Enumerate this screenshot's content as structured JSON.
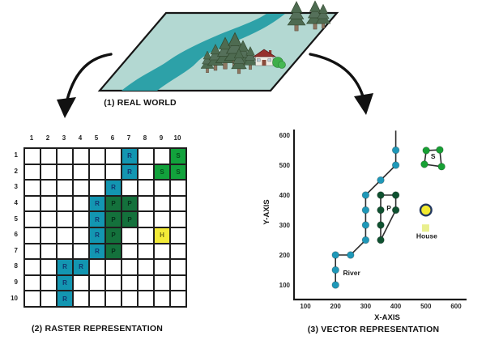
{
  "captions": {
    "real_world": "(1) REAL WORLD",
    "raster": "(2) RASTER REPRESENTATION",
    "vector": "(3) VECTOR REPRESENTATION"
  },
  "palette": {
    "ink": "#1a1a1a",
    "map-fill": "#b3d8d2",
    "map-river": "#2da1a8",
    "tree-green": "#4e6b51",
    "arrow": "#111111"
  },
  "chart_data": [
    {
      "type": "heatmap",
      "name": "raster-grid",
      "title": "(2) RASTER REPRESENTATION",
      "col_labels": [
        "1",
        "2",
        "3",
        "4",
        "5",
        "6",
        "7",
        "8",
        "9",
        "10"
      ],
      "row_labels": [
        "1",
        "2",
        "3",
        "4",
        "5",
        "6",
        "7",
        "8",
        "9",
        "10"
      ],
      "cells": [
        [
          "",
          "",
          "",
          "",
          "",
          "",
          "R",
          "",
          "",
          "S"
        ],
        [
          "",
          "",
          "",
          "",
          "",
          "",
          "R",
          "",
          "S",
          "S"
        ],
        [
          "",
          "",
          "",
          "",
          "",
          "R",
          "",
          "",
          "",
          ""
        ],
        [
          "",
          "",
          "",
          "",
          "R",
          "P",
          "P",
          "",
          "",
          ""
        ],
        [
          "",
          "",
          "",
          "",
          "R",
          "P",
          "P",
          "",
          "",
          ""
        ],
        [
          "",
          "",
          "",
          "",
          "R",
          "P",
          "",
          "",
          "H",
          ""
        ],
        [
          "",
          "",
          "",
          "",
          "R",
          "P",
          "",
          "",
          "",
          ""
        ],
        [
          "",
          "",
          "R",
          "R",
          "",
          "",
          "",
          "",
          "",
          ""
        ],
        [
          "",
          "",
          "R",
          "",
          "",
          "",
          "",
          "",
          "",
          ""
        ],
        [
          "",
          "",
          "R",
          "",
          "",
          "",
          "",
          "",
          "",
          ""
        ]
      ],
      "cell_fill": {
        "R": "#1396b1",
        "P": "#14713c",
        "S": "#12a23c",
        "H": "#f2ea38"
      },
      "cell_text": {
        "R": "#12356e",
        "P": "#05301a",
        "S": "#074d1c",
        "H": "#6f6b14"
      }
    },
    {
      "type": "scatter",
      "name": "vector-plot",
      "title": "(3) VECTOR REPRESENTATION",
      "xlabel": "X-AXIS",
      "ylabel": "Y-AXIS",
      "xticks": [
        100,
        200,
        300,
        400,
        500,
        600
      ],
      "yticks": [
        100,
        200,
        300,
        400,
        500,
        600
      ],
      "xlim": [
        60,
        640
      ],
      "ylim": [
        50,
        640
      ],
      "grid": false,
      "legend_position": "none",
      "line_color": "#2e2e2e",
      "series": [
        {
          "name": "River",
          "kind": "polyline",
          "marker": "circle",
          "color": "#1f98b8",
          "points": [
            [
              200,
              100
            ],
            [
              200,
              150
            ],
            [
              200,
              200
            ],
            [
              250,
              200
            ],
            [
              300,
              250
            ],
            [
              300,
              300
            ],
            [
              300,
              350
            ],
            [
              300,
              400
            ],
            [
              350,
              450
            ],
            [
              400,
              500
            ],
            [
              400,
              550
            ]
          ],
          "extends_to": [
            400,
            615
          ],
          "label": "River",
          "label_at": [
            225,
            133
          ],
          "label_anchor": "start"
        },
        {
          "name": "P",
          "kind": "polygon",
          "marker": "circle",
          "color": "#0f5130",
          "points": [
            [
              350,
              250
            ],
            [
              350,
              300
            ],
            [
              350,
              350
            ],
            [
              350,
              400
            ],
            [
              400,
              400
            ],
            [
              400,
              350
            ]
          ],
          "label": "P",
          "label_at": [
            377,
            349
          ],
          "label_anchor": "middle"
        },
        {
          "name": "S",
          "kind": "polygon",
          "marker": "circle",
          "color": "#17a034",
          "points": [
            [
              501,
              549
            ],
            [
              546,
              551
            ],
            [
              552,
              495
            ],
            [
              495,
              503
            ]
          ],
          "label": "S",
          "label_at": [
            524,
            521
          ],
          "label_anchor": "middle",
          "label_bg": "#ffffff"
        },
        {
          "name": "House",
          "kind": "point",
          "marker": "circle",
          "color": "#f2ea30",
          "stroke": "#22375e",
          "points": [
            [
              500,
              350
            ]
          ],
          "sub_marker": {
            "shape": "square",
            "color": "#e9ef8e",
            "at": [
              499,
              290
            ],
            "size": 9
          },
          "label": "House",
          "label_at": [
            503,
            255
          ],
          "label_anchor": "middle"
        }
      ]
    }
  ]
}
